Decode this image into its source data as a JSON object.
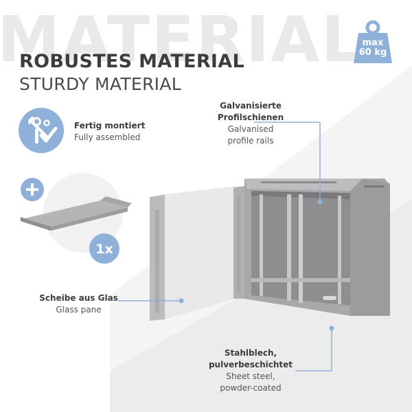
{
  "watermark": "MATERIAL",
  "title": {
    "de": "ROBUSTES MATERIAL",
    "en": "STURDY MATERIAL"
  },
  "weight": {
    "line1": "max",
    "line2": "60 kg"
  },
  "feature": {
    "title": "Fertig montiert",
    "subtitle": "Fully assembled"
  },
  "shelf": {
    "plus": "+",
    "count": "1x"
  },
  "callouts": {
    "rails": {
      "de_1": "Galvanisierte",
      "de_2": "Profilschienen",
      "en_1": "Galvanised",
      "en_2": "profile rails"
    },
    "glass": {
      "de": "Scheibe aus Glas",
      "en": "Glass pane"
    },
    "steel": {
      "de_1": "Stahlblech,",
      "de_2": "pulverbeschichtet",
      "en_1": "Sheet steel,",
      "en_2": "powder-coated"
    }
  },
  "colors": {
    "accent": "#8fb0d8",
    "heading": "#3c3c3d",
    "background_stripe": "#ececed"
  }
}
